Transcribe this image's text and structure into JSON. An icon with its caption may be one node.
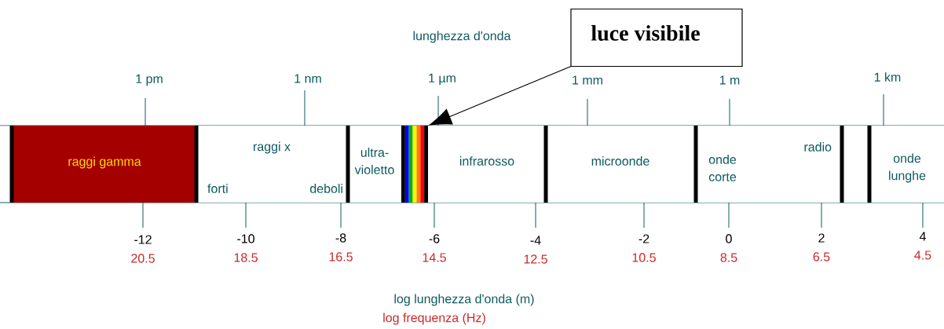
{
  "diagram": {
    "nodes": [
      {
        "text": [
          "luce visibile"
        ]
      },
      {
        "text": [
          "raggi gamma"
        ]
      },
      {
        "text": [
          "raggi x",
          "forti",
          "deboli"
        ]
      },
      {
        "text": [
          "ultra- violetto"
        ]
      },
      {
        "text": [],
        "shape": "bar"
      },
      {
        "text": [
          "infrarosso"
        ]
      },
      {
        "text": [
          "microonde"
        ]
      },
      {
        "text": [
          "onde corte",
          "radio"
        ]
      },
      {
        "text": [],
        "shape": "box"
      },
      {
        "text": [
          "onde lunghe"
        ]
      }
    ],
    "edges": [
      {
        "from": 0,
        "to": 4,
        "arrow": "to"
      }
    ],
    "labels": [
      "lunghezza d'onda",
      "1 pm",
      "1 nm",
      "1 µm",
      "1 mm",
      "1 m",
      "1 km",
      "-12",
      "20.5",
      "-10",
      "18.5",
      "-8",
      "16.5",
      "-6",
      "14.5",
      "-4",
      "12.5",
      "-2",
      "10.5",
      "0",
      "8.5",
      "2",
      "6.5",
      "4",
      "4.5",
      "log lunghezza d'onda (m)",
      "log frequenza (Hz)"
    ]
  }
}
